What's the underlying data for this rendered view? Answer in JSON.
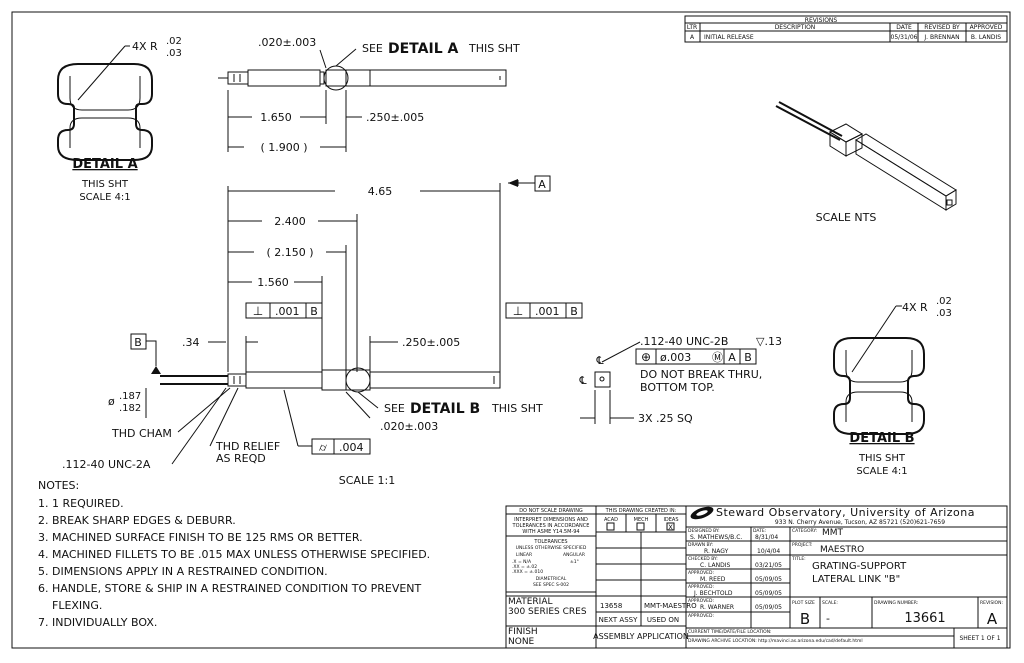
{
  "revisions": {
    "title": "REVISIONS",
    "headers": [
      "LTR",
      "DESCRIPTION",
      "DATE",
      "REVISED BY",
      "APPROVED"
    ],
    "rows": [
      [
        "A",
        "INITIAL RELEASE",
        "05/31/06",
        "J. BRENNAN",
        "B. LANDIS"
      ]
    ]
  },
  "detail_a": {
    "radius_prefix": "4X R",
    "radius_upper": ".02",
    "radius_lower": ".03",
    "title": "DETAIL A",
    "sheet": "THIS SHT",
    "scale": "SCALE 4:1"
  },
  "detail_b": {
    "radius_prefix": "4X R",
    "radius_upper": ".02",
    "radius_lower": ".03",
    "title": "DETAIL B",
    "sheet": "THIS SHT",
    "scale": "SCALE 4:1"
  },
  "top_view": {
    "dim_gap": ".020±.003",
    "see_prefix": "SEE",
    "see_detail": "DETAIL A",
    "see_suffix": "THIS SHT",
    "dim_1650": "1.650",
    "dim_250": ".250±.005",
    "dim_1900": "( 1.900 )"
  },
  "main_view": {
    "dim_465": "4.65",
    "datum_a": "A",
    "datum_b": "B",
    "dim_2400": "2.400",
    "dim_2150": "( 2.150 )",
    "dim_1560": "1.560",
    "perp_sym": "⊥",
    "perp_val": ".001",
    "perp_datum": "B",
    "perp2_val": ".001",
    "perp2_datum": "B",
    "dim_34": ".34",
    "dim_250": ".250±.005",
    "dia_prefix": "ø",
    "dia_upper": ".187",
    "dia_lower": ".182",
    "see_prefix": "SEE",
    "see_detail": "DETAIL B",
    "see_suffix": "THIS SHT",
    "dim_gap": ".020±.003",
    "thd_cham": "THD CHAM",
    "thd_relief_1": "THD RELIEF",
    "thd_relief_2": "AS REQD",
    "cyl_sym": "⌭",
    "cyl_val": ".004",
    "thread": ".112-40 UNC-2A",
    "scale": "SCALE 1:1"
  },
  "end_view": {
    "thread": ".112-40 UNC-2B",
    "depth": "▽.13",
    "pos_sym": "⊕",
    "pos_val": "ø.003",
    "pos_mod": "Ⓜ",
    "pos_datum_a": "A",
    "pos_datum_b": "B",
    "note_1": "DO NOT BREAK THRU,",
    "note_2": "BOTTOM TOP.",
    "square": "3X .25 SQ",
    "cl": "℄"
  },
  "iso_view": {
    "scale": "SCALE NTS"
  },
  "notes": {
    "title": "NOTES:",
    "items": [
      "1. 1 REQUIRED.",
      "2. BREAK SHARP EDGES & DEBURR.",
      "3. MACHINED SURFACE FINISH TO BE 125 RMS OR BETTER.",
      "4. MACHINED FILLETS TO BE .015 MAX UNLESS OTHERWISE SPECIFIED.",
      "5. DIMENSIONS APPLY IN A RESTRAINED CONDITION.",
      "6. HANDLE, STORE & SHIP IN A RESTRAINED CONDITION TO PREVENT",
      "    FLEXING.",
      "7. INDIVIDUALLY BOX."
    ]
  },
  "title_block": {
    "do_not_scale": "DO NOT SCALE DRAWING",
    "interpret_1": "INTERPRET DIMENSIONS AND",
    "interpret_2": "TOLERANCES IN ACCORDANCE",
    "interpret_3": "WITH ASME Y14.5M-94",
    "tolerances": "TOLERANCES",
    "unless": "UNLESS OTHERWISE SPECIFIED",
    "linear": "LINEAR",
    "angular": "ANGULAR",
    "tol_x": ".X = N/A",
    "tol_xx": ".XX = ±.02",
    "tol_xxx": ".XXX = ±.010",
    "tol_ang": "±1°",
    "diametrical": "DIAMETRICAL",
    "spec": "SEE SPEC S-002",
    "created_in": "THIS DRAWING CREATED IN:",
    "acad": "ACAD",
    "mech": "MECH",
    "ideas": "IDEAS",
    "ideas_mark": "X",
    "material_label": "MATERIAL",
    "material": "300 SERIES CRES",
    "finish_label": "FINISH",
    "finish": "NONE",
    "next_assy_val": "13658",
    "used_on_val": "MMT-MAESTRO",
    "next_assy": "NEXT ASSY",
    "used_on": "USED ON",
    "assembly_app": "ASSEMBLY APPLICATION",
    "org": "Steward Observatory, University of Arizona",
    "address": "933 N. Cherry Avenue, Tucson, AZ  85721  (520)621-7659",
    "designed_by_label": "DESIGNED BY:",
    "designed_by": "S. MATHEWS/B.C.",
    "designed_date": "8/31/04",
    "date_label": "DATE:",
    "drawn_by_label": "DRAWN BY:",
    "drawn_by": "R. NAGY",
    "drawn_date": "10/4/04",
    "checked_by_label": "CHECKED BY:",
    "checked_by": "C. LANDIS",
    "checked_date": "03/21/05",
    "approved_label": "APPROVED:",
    "approved_1": "M. REED",
    "approved_1_date": "05/09/05",
    "approved_2": "J. BECHTOLD",
    "approved_2_date": "05/09/05",
    "approved_3": "R. WARNER",
    "approved_3_date": "05/09/05",
    "category_label": "CATEGORY:",
    "category": "MMT",
    "project_label": "PROJECT:",
    "project": "MAESTRO",
    "title_label": "TITLE:",
    "title_1": "GRATING-SUPPORT",
    "title_2": "LATERAL LINK \"B\"",
    "plot_size_label": "PLOT SIZE",
    "plot_size": "B",
    "scale_label": "SCALE:",
    "scale": "-",
    "drawing_number_label": "DRAWING NUMBER:",
    "drawing_number": "13661",
    "revision_label": "REVISION:",
    "revision": "A",
    "current_time": "CURRENT TIME/DATE/FILE LOCATION:",
    "archive": "DRAWING ARCHIVE LOCATION: http://mavinci.as.arizona.edu/cad/default.html",
    "sheet": "SHEET 1 OF 1"
  }
}
